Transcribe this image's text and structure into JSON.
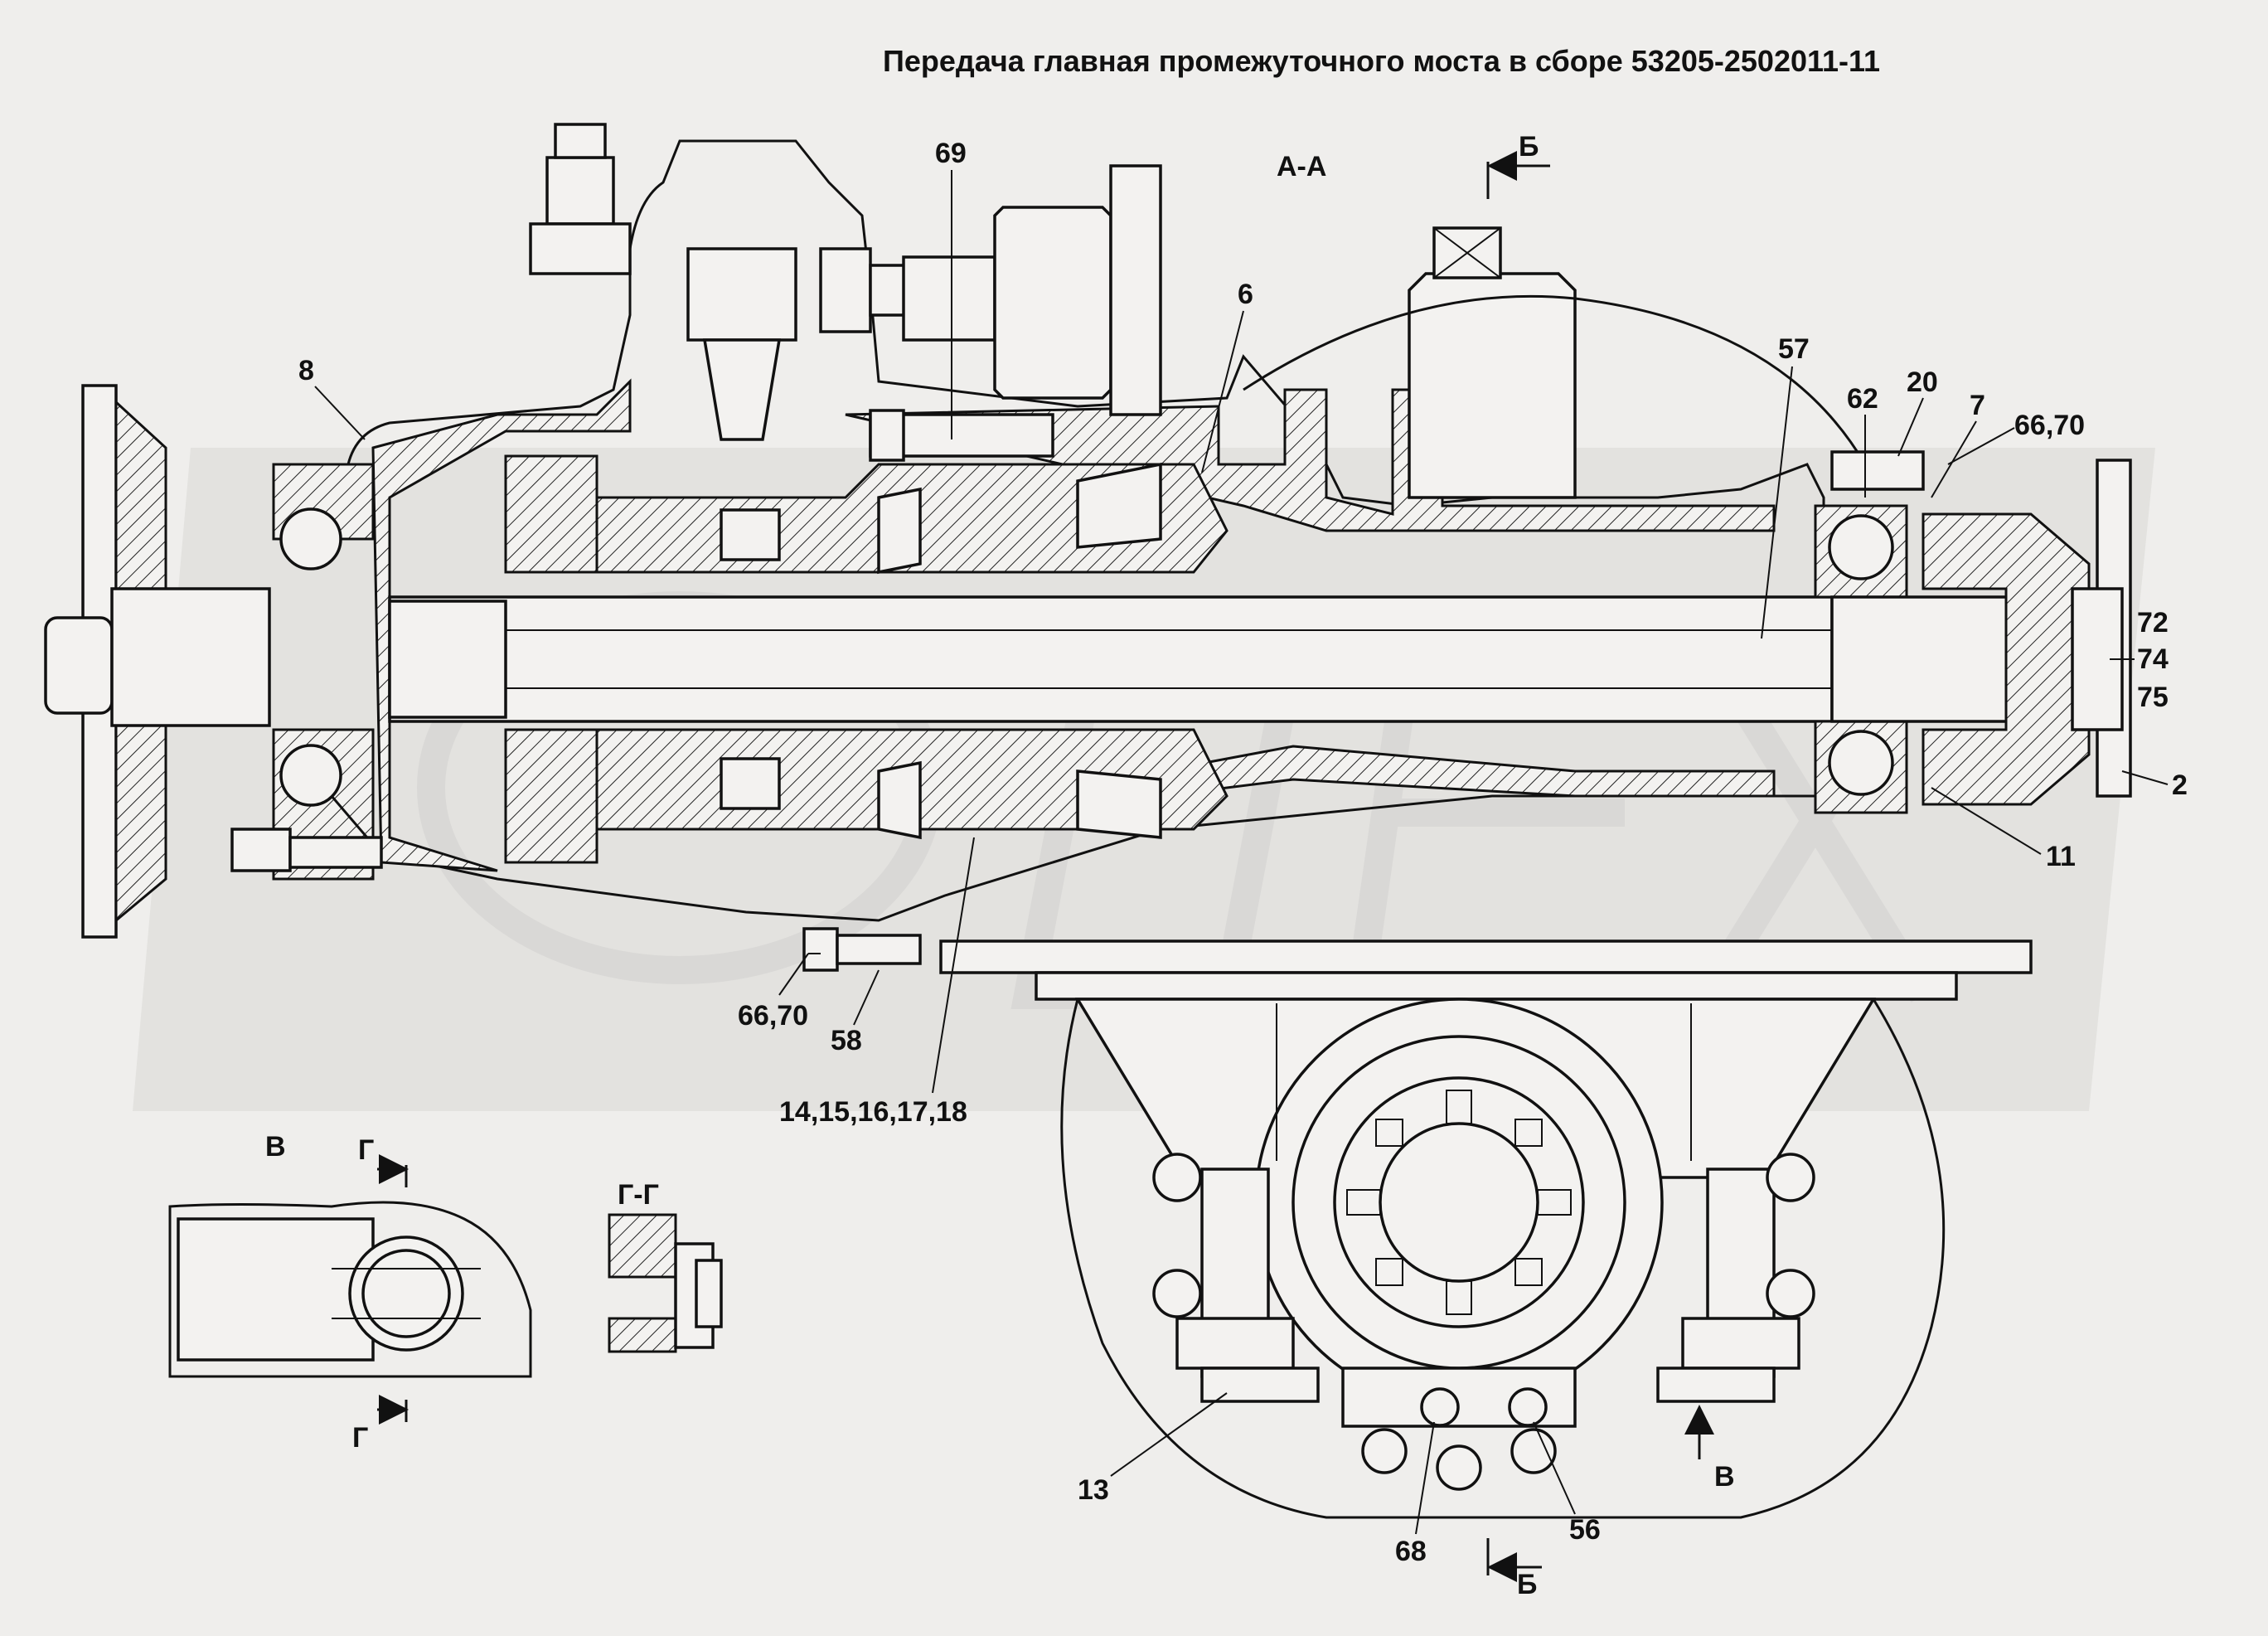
{
  "title": "Передача главная промежуточного моста в сборе 53205-2502011-11",
  "views": {
    "section_aa": "А-А",
    "section_b_top": "Б",
    "section_b_bottom": "Б",
    "view_v": "В",
    "view_v_arrow": "В",
    "cut_g_top": "Г",
    "cut_g_bottom": "Г",
    "section_gg": "Г-Г"
  },
  "callouts": [
    {
      "id": "c69",
      "text": "69"
    },
    {
      "id": "c6",
      "text": "6"
    },
    {
      "id": "c8",
      "text": "8"
    },
    {
      "id": "c57",
      "text": "57"
    },
    {
      "id": "c62",
      "text": "62"
    },
    {
      "id": "c20",
      "text": "20"
    },
    {
      "id": "c7",
      "text": "7"
    },
    {
      "id": "c6670r",
      "text": "66,70"
    },
    {
      "id": "c72",
      "text": "72"
    },
    {
      "id": "c74",
      "text": "74"
    },
    {
      "id": "c75",
      "text": "75"
    },
    {
      "id": "c2",
      "text": "2"
    },
    {
      "id": "c11",
      "text": "11"
    },
    {
      "id": "c6670b",
      "text": "66,70"
    },
    {
      "id": "c58",
      "text": "58"
    },
    {
      "id": "c14",
      "text": "14,15,16,17,18"
    },
    {
      "id": "c13",
      "text": "13"
    },
    {
      "id": "c68",
      "text": "68"
    },
    {
      "id": "c56",
      "text": "56"
    }
  ]
}
